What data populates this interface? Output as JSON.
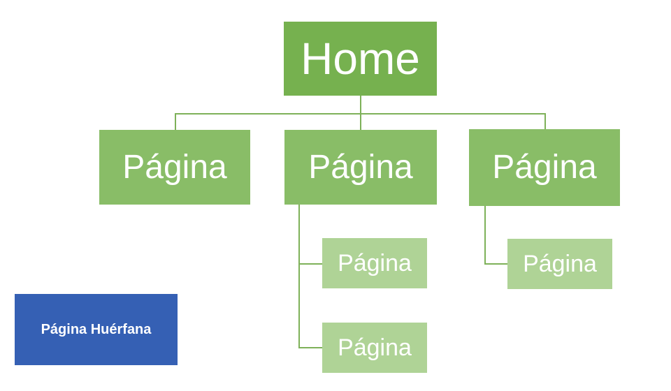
{
  "sitemap": {
    "root": {
      "label": "Home",
      "children": [
        {
          "label": "Página",
          "children": []
        },
        {
          "label": "Página",
          "children": [
            {
              "label": "Página"
            },
            {
              "label": "Página"
            }
          ]
        },
        {
          "label": "Página",
          "children": [
            {
              "label": "Página"
            }
          ]
        }
      ]
    },
    "orphan": {
      "label": "Página Huérfana"
    }
  },
  "colors": {
    "level1_green": "#76B14F",
    "level2_green": "#89BD67",
    "level3_green": "#AFD396",
    "connector_green": "#7EB159",
    "orphan_blue": "#3560B4",
    "text": "#FFFFFF",
    "background": "#FFFFFF"
  }
}
